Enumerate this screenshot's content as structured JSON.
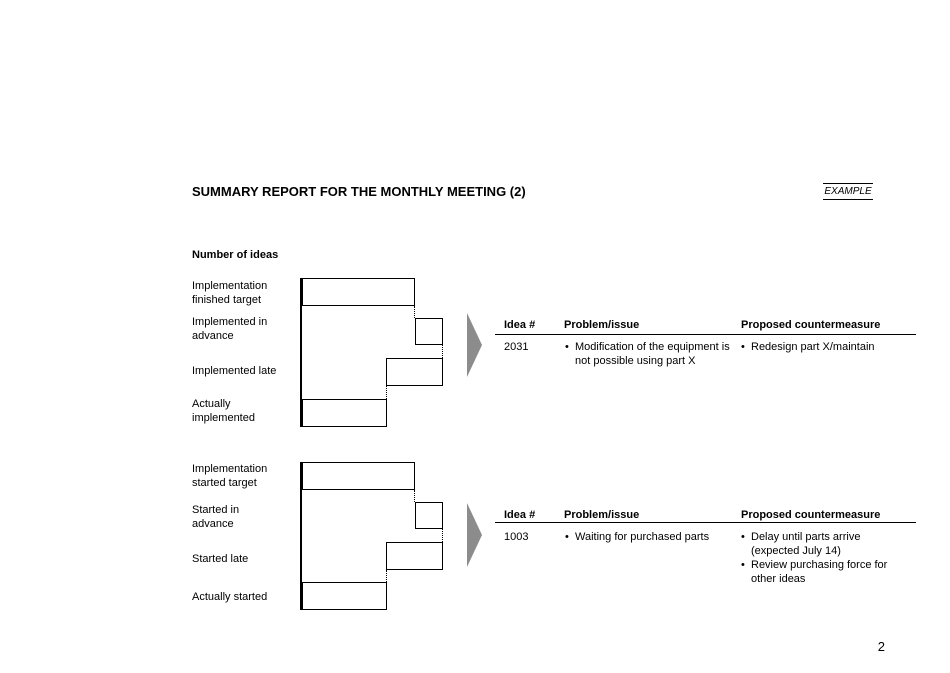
{
  "header": {
    "title": "SUMMARY REPORT FOR THE MONTHLY MEETING (2)",
    "tag": "EXAMPLE"
  },
  "section_title": "Number of ideas",
  "chart_data": [
    {
      "type": "bar",
      "categories": [
        "Implementation finished target",
        "Implemented in advance",
        "Implemented late",
        "Actually implemented"
      ],
      "values": [
        4,
        1,
        2,
        3
      ],
      "title": "",
      "xlabel": "",
      "ylabel": ""
    },
    {
      "type": "bar",
      "categories": [
        "Implementation started target",
        "Started in advance",
        "Started late",
        "Actually started"
      ],
      "values": [
        4,
        1,
        2,
        3
      ],
      "title": "",
      "xlabel": "",
      "ylabel": ""
    }
  ],
  "labels_top": {
    "a": [
      "Implementation",
      "finished target"
    ],
    "b": [
      "Implemented in",
      "advance"
    ],
    "c": [
      "Implemented late"
    ],
    "d": [
      "Actually",
      "implemented"
    ]
  },
  "labels_bottom": {
    "a": [
      "Implementation",
      "started target"
    ],
    "b": [
      "Started in",
      "advance"
    ],
    "c": [
      "Started late"
    ],
    "d": [
      "Actually started"
    ]
  },
  "table_headers": {
    "idea": "Idea #",
    "problem": "Problem/issue",
    "countermeasure": "Proposed countermeasure"
  },
  "table_top": {
    "idea": "2031",
    "problems": [
      "Modification of the equipment is not possible using part X"
    ],
    "countermeasures": [
      "Redesign part X/maintain"
    ]
  },
  "table_bottom": {
    "idea": "1003",
    "problems": [
      "Waiting for purchased parts"
    ],
    "countermeasures": [
      "Delay until parts arrive (expected July 14)",
      "Review purchasing force for other ideas"
    ]
  },
  "page_number": "2"
}
